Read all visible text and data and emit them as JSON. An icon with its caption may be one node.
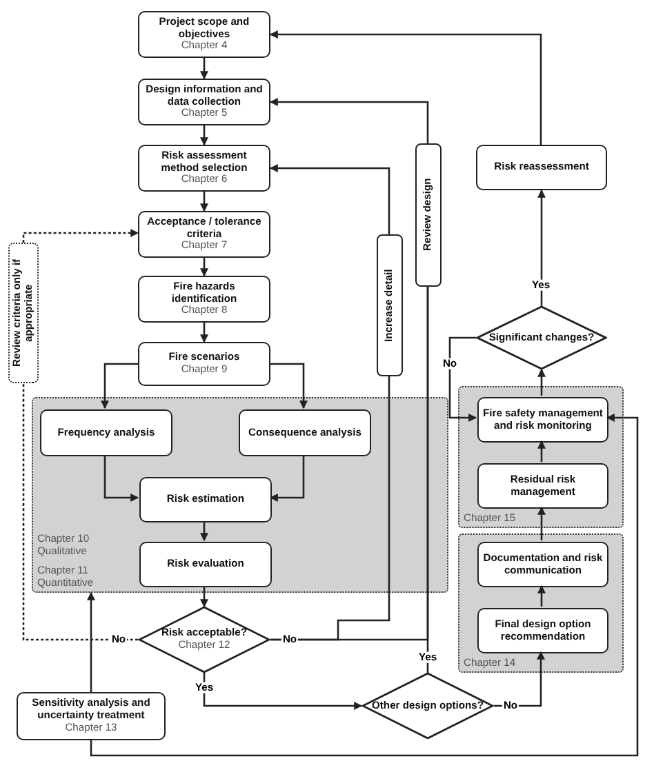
{
  "diagram": {
    "nodes": [
      {
        "text": [
          "Project scope and objectives",
          "Chapter 4"
        ]
      },
      {
        "text": [
          "Design information and data collection",
          "Chapter 5"
        ]
      },
      {
        "text": [
          "Risk assessment method selection",
          "Chapter 6"
        ]
      },
      {
        "text": [
          "Acceptance / tolerance criteria",
          "Chapter 7"
        ]
      },
      {
        "text": [
          "Fire hazards identification",
          "Chapter 8"
        ]
      },
      {
        "text": [
          "Fire scenarios",
          "Chapter 9"
        ]
      },
      {
        "text": [
          "Chapter 10 Qualitative",
          "Chapter 11 Quantitative"
        ]
      },
      {
        "text": [
          "Frequency analysis"
        ],
        "in": 6
      },
      {
        "text": [
          "Consequence analysis"
        ],
        "in": 6
      },
      {
        "text": [
          "Risk estimation"
        ],
        "in": 6
      },
      {
        "text": [
          "Risk evaluation"
        ],
        "in": 6
      },
      {
        "text": [
          "Risk acceptable?",
          "Chapter 12"
        ]
      },
      {
        "text": [
          "Review criteria only if appropriate"
        ]
      },
      {
        "text": [
          "Increase detail"
        ]
      },
      {
        "text": [
          "Review design"
        ]
      },
      {
        "text": [
          "Sensitivity analysis and uncertainty treatment",
          "Chapter 13"
        ]
      },
      {
        "text": [
          "Other design options?"
        ]
      },
      {
        "text": [
          "Chapter 14"
        ]
      },
      {
        "text": [
          "Documentation and risk communication"
        ],
        "in": 17
      },
      {
        "text": [
          "Final design option recommendation"
        ],
        "in": 17
      },
      {
        "text": [
          "Chapter 15"
        ]
      },
      {
        "text": [
          "Fire safety management and risk monitoring"
        ],
        "in": 20
      },
      {
        "text": [
          "Residual risk management"
        ],
        "in": 20
      },
      {
        "text": [
          "Significant changes?"
        ]
      },
      {
        "text": [
          "Risk reassessment"
        ]
      }
    ],
    "edges": [
      {
        "from": 0,
        "to": 1,
        "arrow": "to"
      },
      {
        "from": 1,
        "to": 2,
        "arrow": "to"
      },
      {
        "from": 2,
        "to": 3,
        "arrow": "to"
      },
      {
        "from": 3,
        "to": 4,
        "arrow": "to"
      },
      {
        "from": 4,
        "to": 5,
        "arrow": "to"
      },
      {
        "from": 5,
        "to": 7,
        "arrow": "to"
      },
      {
        "from": 5,
        "to": 8,
        "arrow": "to"
      },
      {
        "from": 7,
        "to": 9,
        "arrow": "to"
      },
      {
        "from": 8,
        "to": 9,
        "arrow": "to"
      },
      {
        "from": 9,
        "to": 10,
        "arrow": "to"
      },
      {
        "from": 10,
        "to": 11,
        "arrow": "to"
      },
      {
        "from": 11,
        "to": 12,
        "label": "No",
        "arrow": "none",
        "style": "dashed"
      },
      {
        "from": 12,
        "to": 3,
        "arrow": "to",
        "style": "dashed"
      },
      {
        "from": 11,
        "to": 13,
        "label": "No",
        "arrow": "none"
      },
      {
        "from": 11,
        "to": 14,
        "arrow": "none"
      },
      {
        "from": 13,
        "to": 2,
        "arrow": "to"
      },
      {
        "from": 14,
        "to": 1,
        "arrow": "to"
      },
      {
        "from": 11,
        "to": 16,
        "label": "Yes",
        "arrow": "to"
      },
      {
        "from": 16,
        "to": 14,
        "label": "Yes",
        "arrow": "none"
      },
      {
        "from": 16,
        "to": 19,
        "label": "No",
        "arrow": "to"
      },
      {
        "from": 15,
        "to": 6,
        "arrow": "to"
      },
      {
        "from": 15,
        "to": 21,
        "arrow": "to"
      },
      {
        "from": 19,
        "to": 18,
        "arrow": "to"
      },
      {
        "from": 18,
        "to": 22,
        "arrow": "to"
      },
      {
        "from": 22,
        "to": 21,
        "arrow": "to"
      },
      {
        "from": 21,
        "to": 23,
        "arrow": "to"
      },
      {
        "from": 23,
        "to": 24,
        "label": "Yes",
        "arrow": "to"
      },
      {
        "from": 23,
        "to": 21,
        "label": "No",
        "arrow": "to"
      },
      {
        "from": 24,
        "to": 0,
        "arrow": "to"
      }
    ]
  }
}
